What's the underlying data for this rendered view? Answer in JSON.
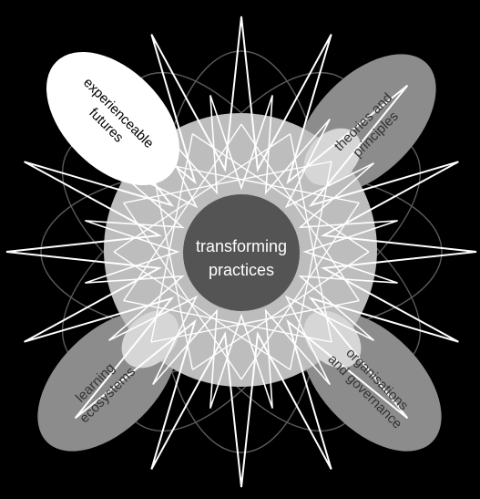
{
  "center": {
    "label_line1": "transforming",
    "label_line2": "practices"
  },
  "petals": {
    "top_left": {
      "line1": "experienceable",
      "line2": "futures"
    },
    "top_right": {
      "line1": "theories and",
      "line2": "principles"
    },
    "bottom_left": {
      "line1": "learning",
      "line2": "ecosystems"
    },
    "bottom_right": {
      "line1": "organisations",
      "line2": "and governance"
    }
  },
  "colors": {
    "background": "#000000",
    "outer_disc": "#bdbdbd",
    "inner_disc": "#555555",
    "petal_highlight": "#ffffff",
    "petal_gray": "#8a8a8a",
    "star_lines": "#ffffff",
    "orbit_lines": "#555555"
  }
}
